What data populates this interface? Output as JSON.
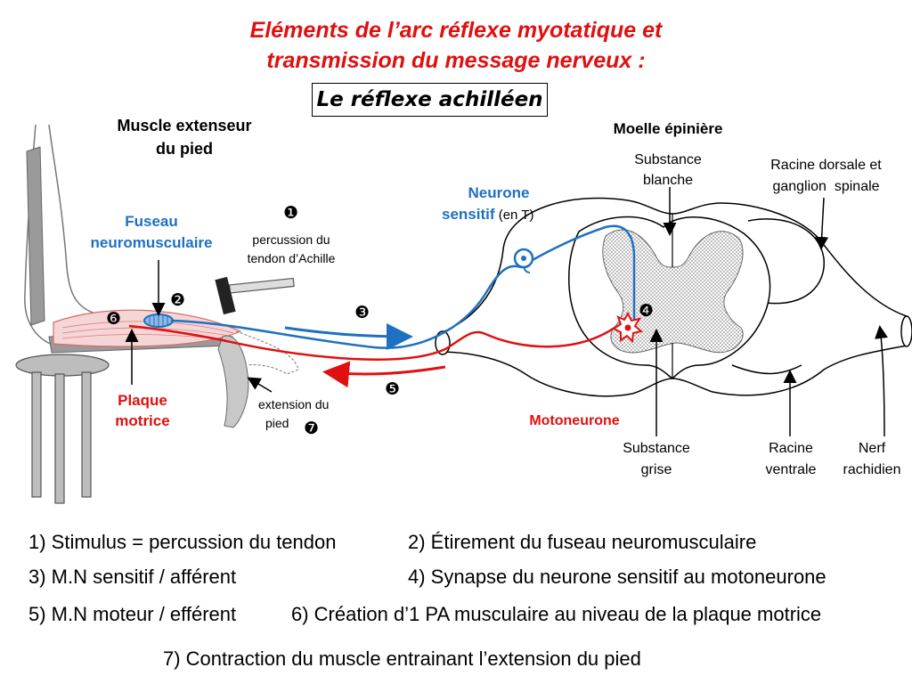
{
  "title": {
    "line1": "Eléments de l’arc réflexe myotatique et",
    "line2": "transmission du message nerveux :"
  },
  "subtitle": "Le réflexe achilléen",
  "labels": {
    "muscle_line1": "Muscle extenseur",
    "muscle_line2": "du pied",
    "fuseau_line1": "Fuseau",
    "fuseau_line2": "neuromusculaire",
    "percussion_line1": "percussion du",
    "percussion_line2": "tendon d’Achille",
    "plaque_line1": "Plaque",
    "plaque_line2": "motrice",
    "extension_line1": "extension du",
    "extension_line2": "pied",
    "moelle": "Moelle épinière",
    "neurone_sensitif_line1": "Neurone",
    "neurone_sensitif_line2": "sensitif",
    "neurone_sensitif_suffix": " (en T)",
    "substance_blanche_line1": "Substance",
    "substance_blanche_line2": "blanche",
    "racine_dorsale_line1": "Racine dorsale et",
    "racine_dorsale_line2": "ganglion  spinale",
    "motoneurone": "Motoneurone",
    "substance_grise_line1": "Substance",
    "substance_grise_line2": "grise",
    "racine_ventrale_line1": "Racine",
    "racine_ventrale_line2": "ventrale",
    "nerf_line1": "Nerf",
    "nerf_line2": "rachidien"
  },
  "step_numbers": {
    "n1": "❶",
    "n2": "❷",
    "n3": "❸",
    "n4": "❹",
    "n5": "❺",
    "n6": "❻",
    "n7": "❼"
  },
  "legend": {
    "item1": "1) Stimulus = percussion du tendon",
    "item2": "2) Étirement du fuseau neuromusculaire",
    "item3": "3) M.N sensitif / afférent",
    "item4": "4) Synapse du neurone sensitif au motoneurone",
    "item5": "5) M.N moteur / efférent",
    "item6": "6) Création d’1 PA musculaire au niveau de la plaque motrice",
    "item7": "7) Contraction du muscle entrainant l’extension du pied"
  },
  "colors": {
    "sensory": "#1f70c1",
    "motor": "#e01010",
    "title": "#e01010"
  }
}
